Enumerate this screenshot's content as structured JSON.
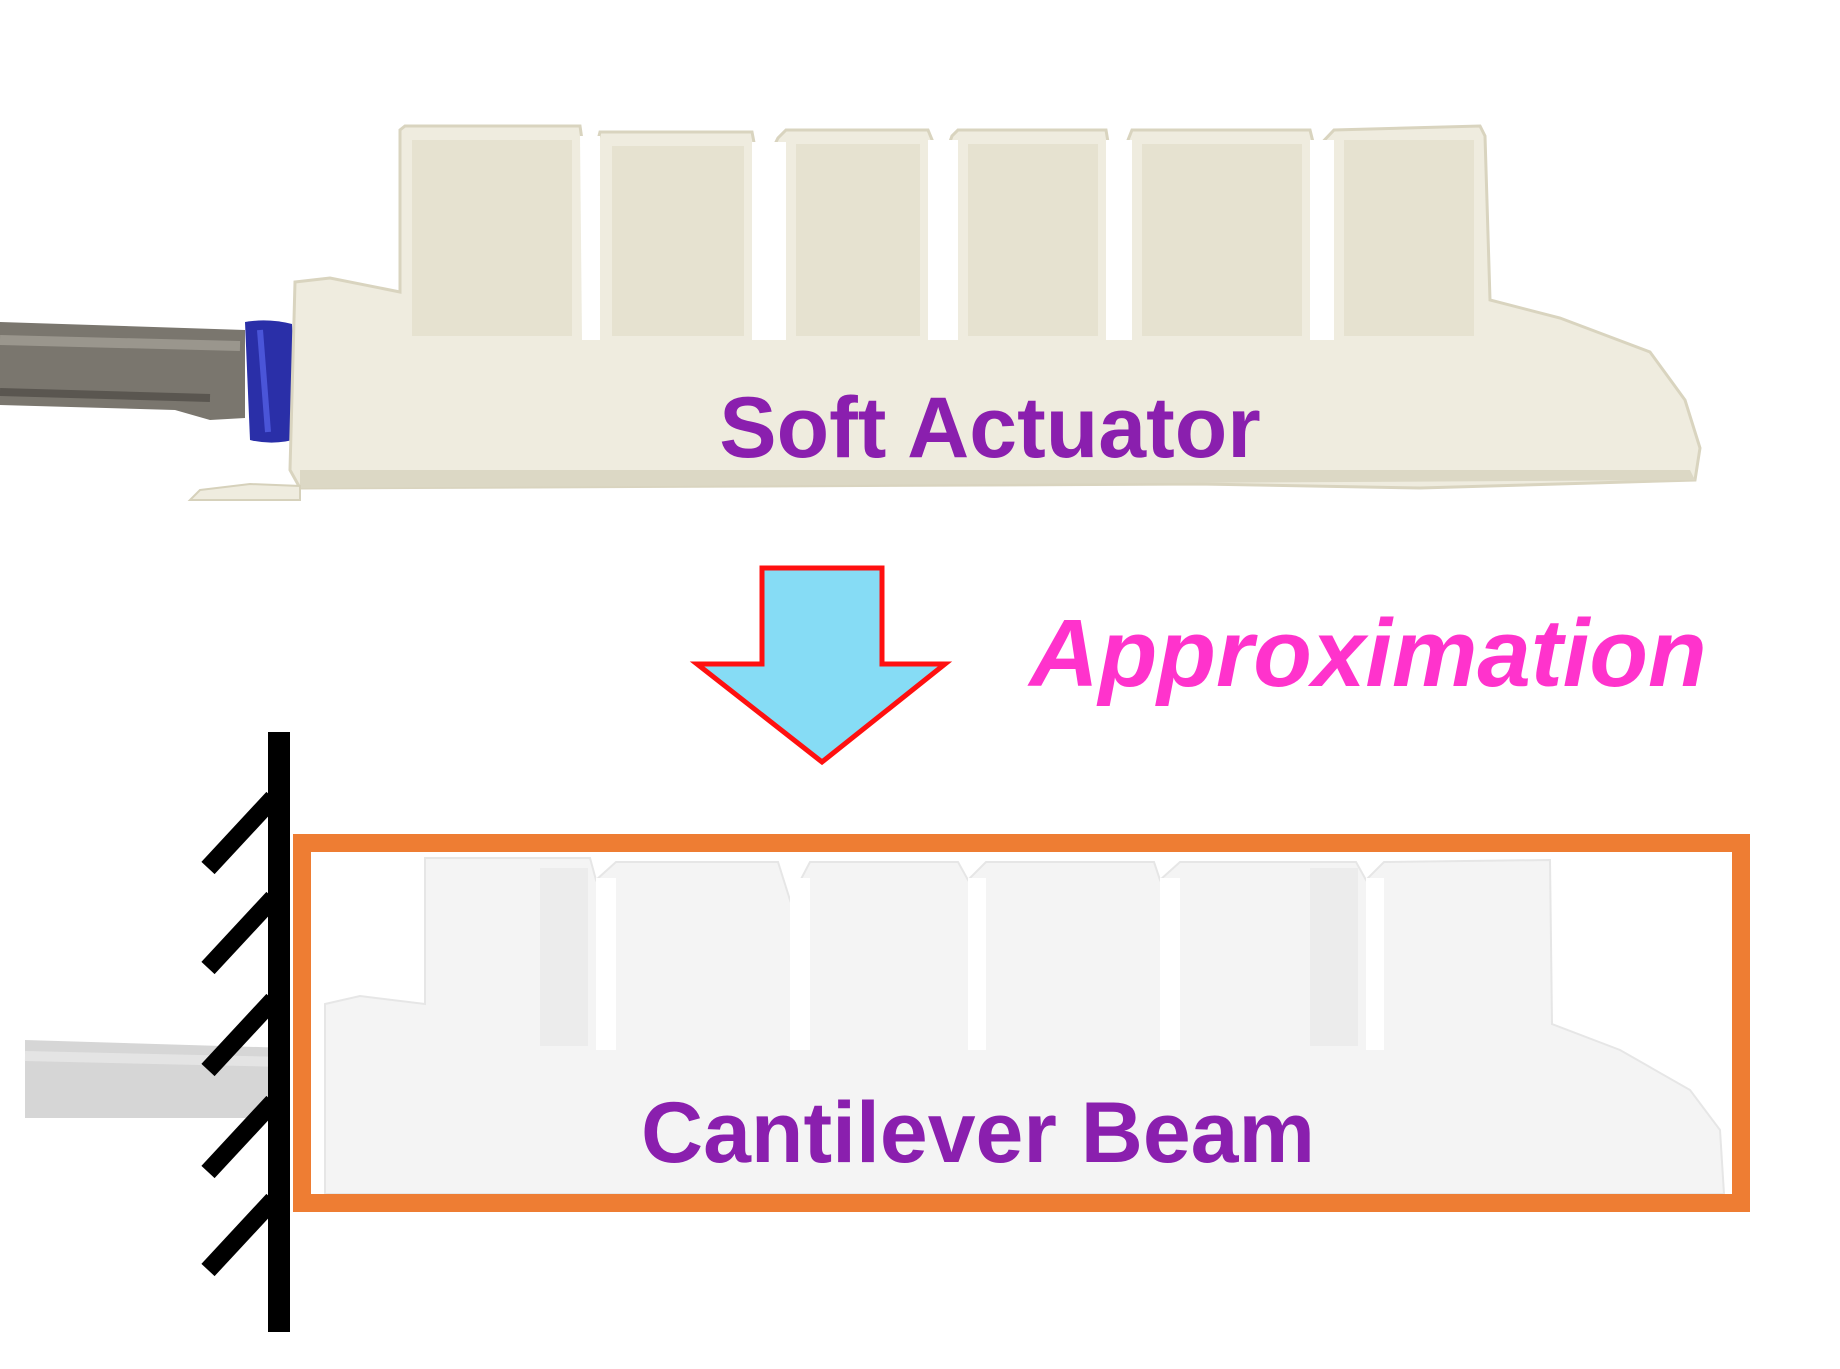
{
  "labels": {
    "top": "Soft Actuator",
    "middle": "Approximation",
    "bottom": "Cantilever Beam"
  },
  "colors": {
    "label_purple": "#8a1fae",
    "approx_pink": "#ff33cc",
    "arrow_fill": "#86dcf5",
    "arrow_stroke": "#ff1010",
    "box_stroke": "#ee7d33",
    "actuator_fill": "#efecdf",
    "actuator_shadow": "#e1ddcb",
    "tube_dark": "#6e6a63",
    "tube_tape": "#2a2fa8",
    "beam_fill": "#f6f6f6",
    "beam_shadow": "#eaeaea",
    "wall": "#000000"
  }
}
